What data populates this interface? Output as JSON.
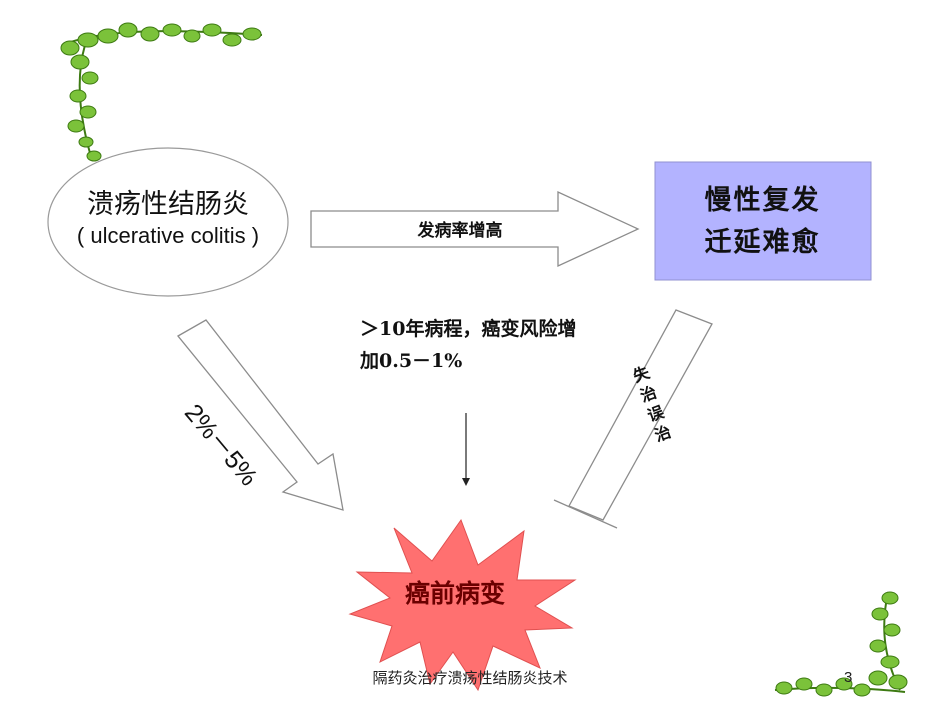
{
  "colitis_node": {
    "name_cn": "溃疡性结肠炎",
    "name_en": "( ulcerative colitis )"
  },
  "outcome_box": {
    "line1": "慢性复发",
    "line2": "迁延难愈",
    "fill": "#b3b3ff"
  },
  "arrow_right": {
    "label": "发病率增高"
  },
  "middle_note": {
    "text": "＞10年病程，癌变风险增加0.5－1%"
  },
  "arrow_diag": {
    "label": "2%－5%"
  },
  "arrow_up": {
    "label": "失治误治"
  },
  "star_node": {
    "label": "癌前病变",
    "fill": "#ff7070",
    "text_color": "#6a0000"
  },
  "footer": {
    "text": "隔药灸治疗溃疡性结肠炎技术",
    "page": "3"
  }
}
